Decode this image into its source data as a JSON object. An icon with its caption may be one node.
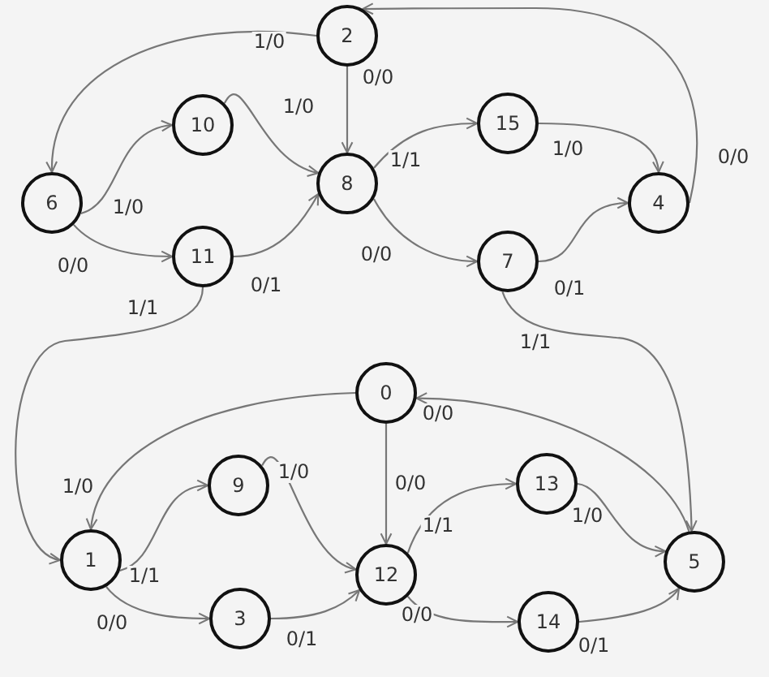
{
  "diagram": {
    "nodes": [
      {
        "text": [
          "2"
        ]
      },
      {
        "text": [
          "10"
        ]
      },
      {
        "text": [
          "15"
        ]
      },
      {
        "text": [
          "6"
        ]
      },
      {
        "text": [
          "8"
        ]
      },
      {
        "text": [
          "4"
        ]
      },
      {
        "text": [
          "11"
        ]
      },
      {
        "text": [
          "7"
        ]
      },
      {
        "text": [
          "0"
        ]
      },
      {
        "text": [
          "9"
        ]
      },
      {
        "text": [
          "13"
        ]
      },
      {
        "text": [
          "1"
        ]
      },
      {
        "text": [
          "12"
        ]
      },
      {
        "text": [
          "5"
        ]
      },
      {
        "text": [
          "3"
        ]
      },
      {
        "text": [
          "14"
        ]
      }
    ],
    "edges": [
      {
        "from": 0,
        "to": 3,
        "arrow": "to",
        "label": "1/0"
      },
      {
        "from": 0,
        "to": 4,
        "arrow": "to",
        "label": "0/0"
      },
      {
        "from": 3,
        "to": 1,
        "arrow": "to",
        "label": "1/0"
      },
      {
        "from": 3,
        "to": 6,
        "arrow": "to",
        "label": "0/0"
      },
      {
        "from": 1,
        "to": 4,
        "arrow": "to",
        "label": "1/0"
      },
      {
        "from": 6,
        "to": 4,
        "arrow": "to",
        "label": "0/1"
      },
      {
        "from": 6,
        "to": 11,
        "arrow": "to",
        "label": "1/1"
      },
      {
        "from": 4,
        "to": 2,
        "arrow": "to",
        "label": "1/1"
      },
      {
        "from": 4,
        "to": 7,
        "arrow": "to",
        "label": "0/0"
      },
      {
        "from": 2,
        "to": 5,
        "arrow": "to",
        "label": "1/0"
      },
      {
        "from": 7,
        "to": 5,
        "arrow": "to",
        "label": "0/1"
      },
      {
        "from": 5,
        "to": 0,
        "arrow": "to",
        "label": "0/0"
      },
      {
        "from": 7,
        "to": 13,
        "arrow": "to",
        "label": "1/1"
      },
      {
        "from": 8,
        "to": 11,
        "arrow": "to",
        "label": "1/0"
      },
      {
        "from": 8,
        "to": 12,
        "arrow": "to",
        "label": "0/0"
      },
      {
        "from": 13,
        "to": 8,
        "arrow": "to",
        "label": "0/0"
      },
      {
        "from": 11,
        "to": 9,
        "arrow": "to",
        "label": "1/1"
      },
      {
        "from": 11,
        "to": 14,
        "arrow": "to",
        "label": "0/0"
      },
      {
        "from": 9,
        "to": 12,
        "arrow": "to",
        "label": "1/0"
      },
      {
        "from": 14,
        "to": 12,
        "arrow": "to",
        "label": "0/1"
      },
      {
        "from": 12,
        "to": 10,
        "arrow": "to",
        "label": "1/1"
      },
      {
        "from": 12,
        "to": 15,
        "arrow": "to",
        "label": "0/0"
      },
      {
        "from": 10,
        "to": 13,
        "arrow": "to",
        "label": "1/0"
      },
      {
        "from": 15,
        "to": 13,
        "arrow": "to",
        "label": "0/1"
      }
    ]
  }
}
